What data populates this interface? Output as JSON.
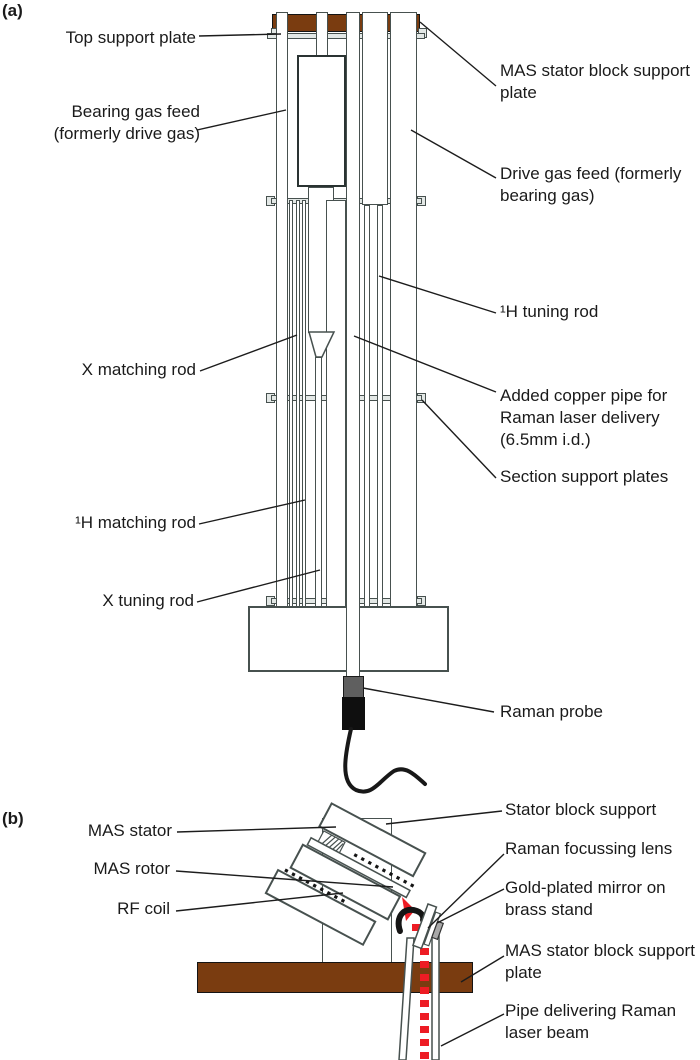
{
  "figure": {
    "panel_a": {
      "panel_label": "(a)",
      "labels": {
        "top_support_plate": "Top support plate",
        "bearing_gas_line1": "Bearing gas feed",
        "bearing_gas_line2": "(formerly drive gas)",
        "x_matching_rod": "X matching rod",
        "h_matching_rod": "¹H matching rod",
        "x_tuning_rod": "X tuning rod",
        "mas_plate_line1": "MAS stator block support",
        "mas_plate_line2": "plate",
        "drive_gas_line1": "Drive gas feed (formerly",
        "drive_gas_line2": "bearing gas)",
        "h_tuning_rod": "¹H tuning rod",
        "copper_pipe_line1": "Added copper pipe for",
        "copper_pipe_line2": "Raman laser delivery",
        "copper_pipe_line3": "(6.5mm i.d.)",
        "section_support_plates": "Section support plates",
        "raman_probe": "Raman probe"
      }
    },
    "panel_b": {
      "panel_label": "(b)",
      "labels": {
        "mas_stator": "MAS stator",
        "mas_rotor": "MAS rotor",
        "rf_coil": "RF coil",
        "stator_block_support": "Stator block support",
        "raman_focussing_lens": "Raman focussing lens",
        "gold_mirror_line1": "Gold-plated mirror on",
        "gold_mirror_line2": "brass stand",
        "mas_plate_line1": "MAS stator block support",
        "mas_plate_line2": "plate",
        "pipe_line1": "Pipe delivering Raman",
        "pipe_line2": "laser beam"
      }
    },
    "colors": {
      "plate_brown": "#7a3c10",
      "line_gray": "#47514f",
      "laser_red": "#ed1c24",
      "text": "#1a1a1a"
    }
  }
}
